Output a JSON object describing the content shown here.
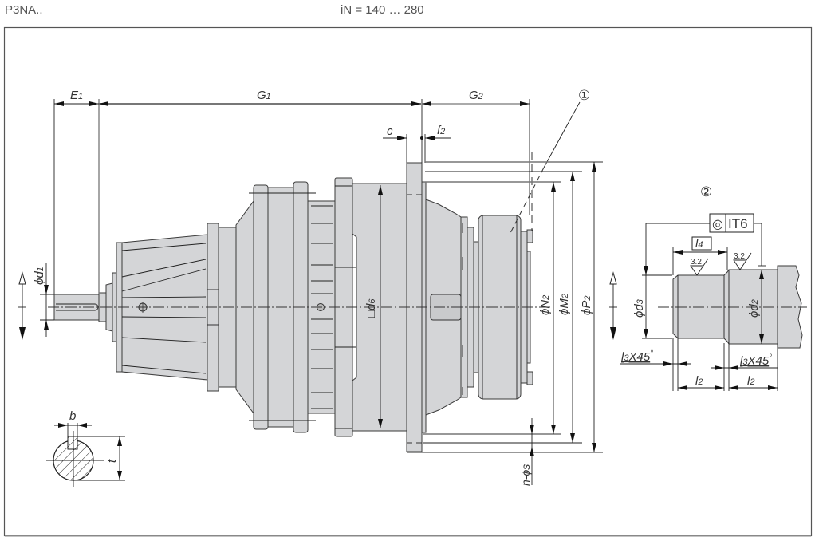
{
  "header": {
    "model": "P3NA..",
    "ratio": "iN = 140 … 280"
  },
  "dimensions": {
    "E1": {
      "main": "E",
      "sub": "1"
    },
    "G1": {
      "main": "G",
      "sub": "1"
    },
    "G2": {
      "main": "G",
      "sub": "2"
    },
    "c": "c",
    "f2": {
      "main": "f",
      "sub": "2"
    },
    "d1": {
      "prefix": "ϕ",
      "main": "d",
      "sub": "1"
    },
    "d6": {
      "prefix": "□",
      "main": "d",
      "sub": "6"
    },
    "N2": {
      "prefix": "ϕ",
      "main": "N",
      "sub": "2"
    },
    "M2": {
      "prefix": "ϕ",
      "main": "M",
      "sub": "2"
    },
    "P2": {
      "prefix": "ϕ",
      "main": "P",
      "sub": "2"
    },
    "ns": "n-ϕs",
    "b": "b",
    "t": "t",
    "d3": {
      "prefix": "ϕ",
      "main": "d",
      "sub": "3"
    },
    "d2": {
      "prefix": "ϕ",
      "main": "d",
      "sub": "2"
    },
    "l4": {
      "main": "l",
      "sub": "4"
    },
    "l2a": {
      "main": "l",
      "sub": "2"
    },
    "l2b": {
      "main": "l",
      "sub": "2"
    },
    "chamfer_left": {
      "main": "l",
      "sub": "3",
      "rest": "X45",
      "deg": "°"
    },
    "chamfer_right": {
      "main": "l",
      "sub": "3",
      "rest": "X45",
      "deg": "°"
    }
  },
  "annotations": {
    "callout_1": "①",
    "callout_2": "②",
    "tolerance": "IT6",
    "concentricity_symbol": "◎",
    "roughness_left": "3.2",
    "roughness_right": "3.2"
  }
}
